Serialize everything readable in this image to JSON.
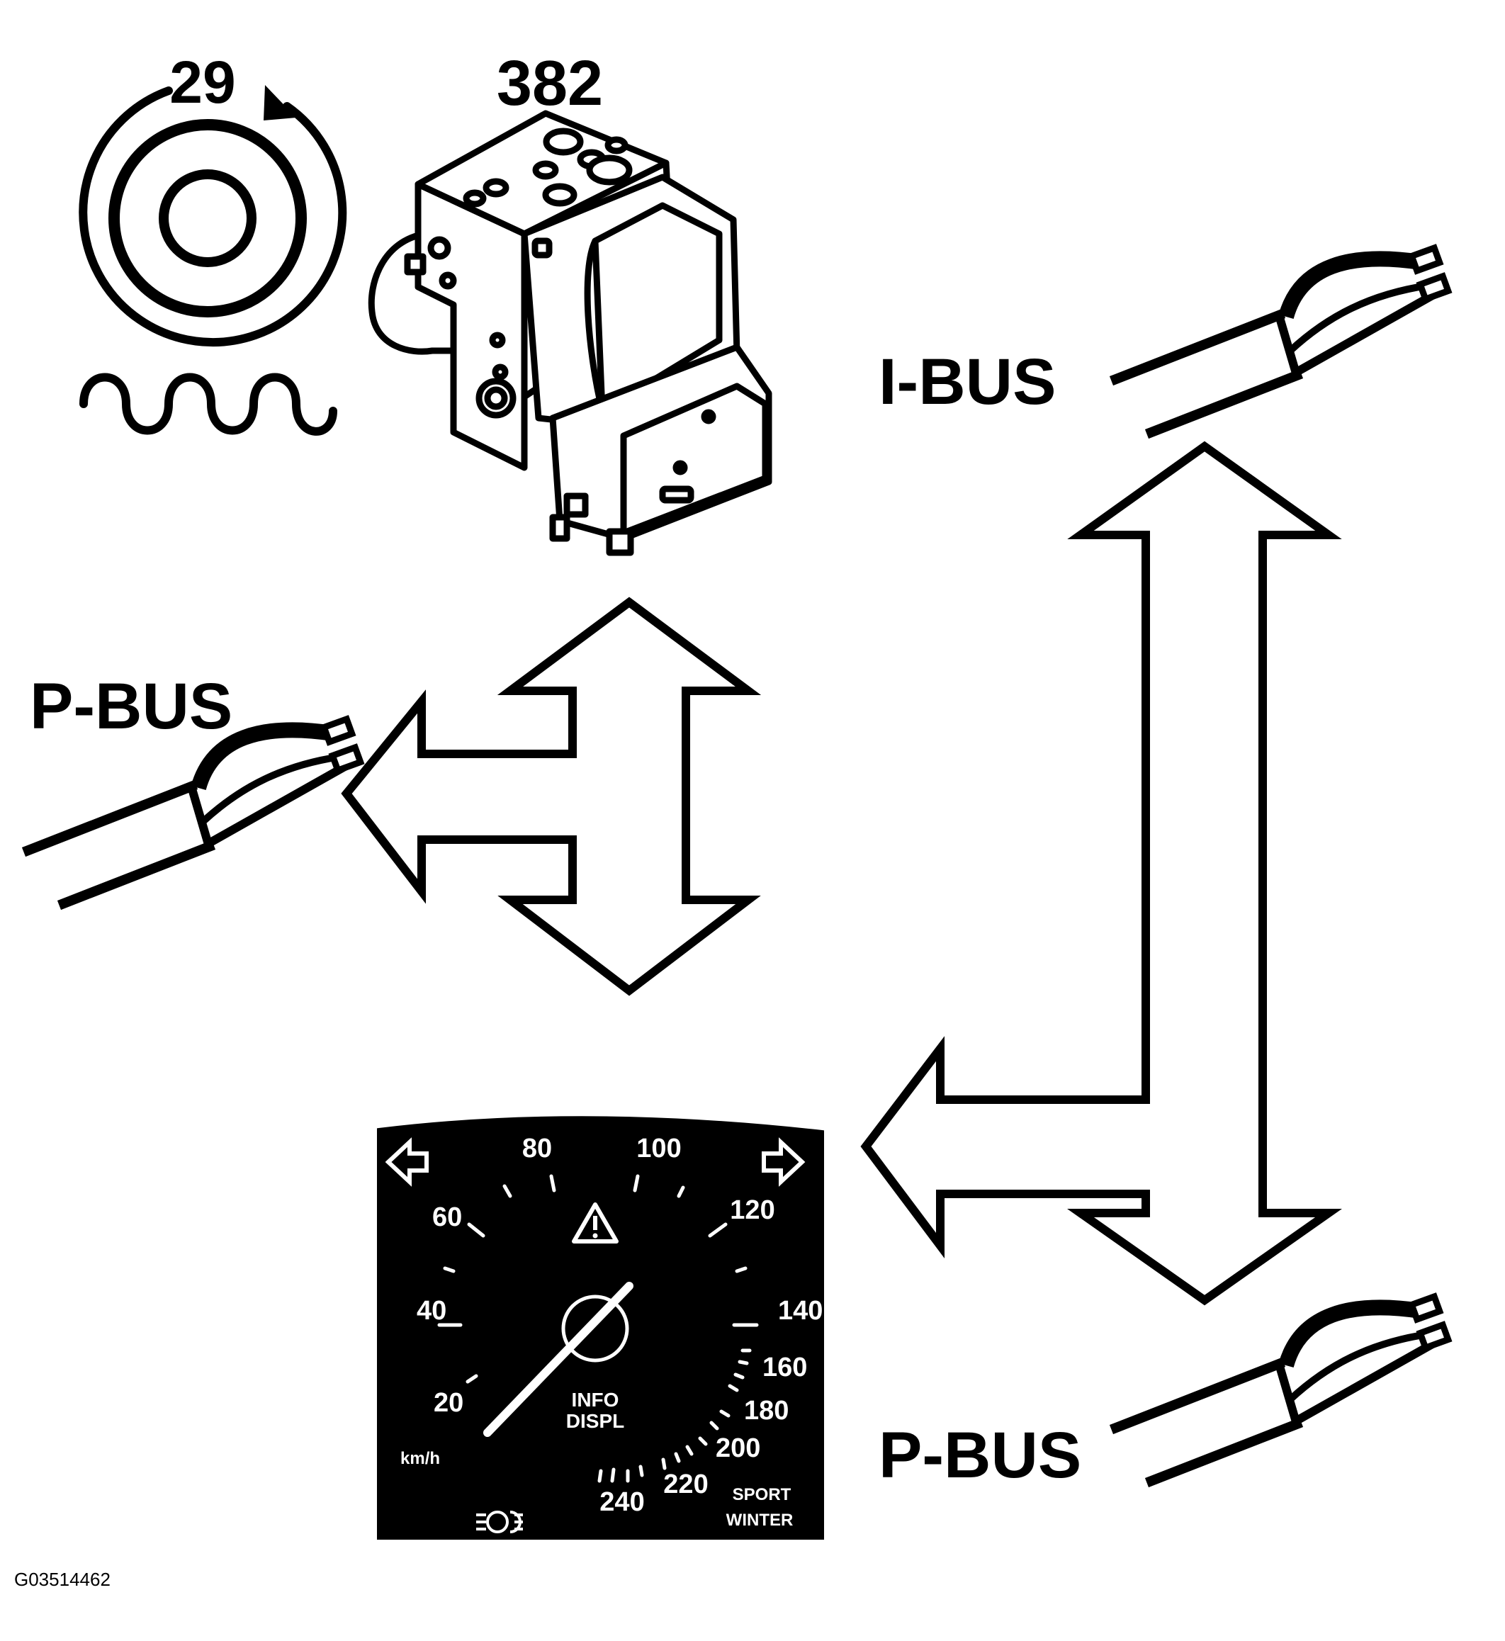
{
  "labels": {
    "sensor_number": "29",
    "module_number": "382",
    "ibus": "I-BUS",
    "pbus_left": "P-BUS",
    "pbus_right": "P-BUS",
    "figure_code": "G03514462"
  },
  "cluster": {
    "speed_ticks": [
      "20",
      "40",
      "60",
      "80",
      "100",
      "120",
      "140",
      "160",
      "180",
      "200",
      "220",
      "240"
    ],
    "unit": "km/h",
    "info_line1": "INFO",
    "info_line2": "DISPL",
    "mode_sport": "SPORT",
    "mode_winter": "WINTER"
  },
  "icons": {
    "sensor": "wheel-speed-sensor-icon",
    "module": "abs-module-icon",
    "connector": "bus-connector-icon",
    "warning": "warning-triangle-icon"
  }
}
